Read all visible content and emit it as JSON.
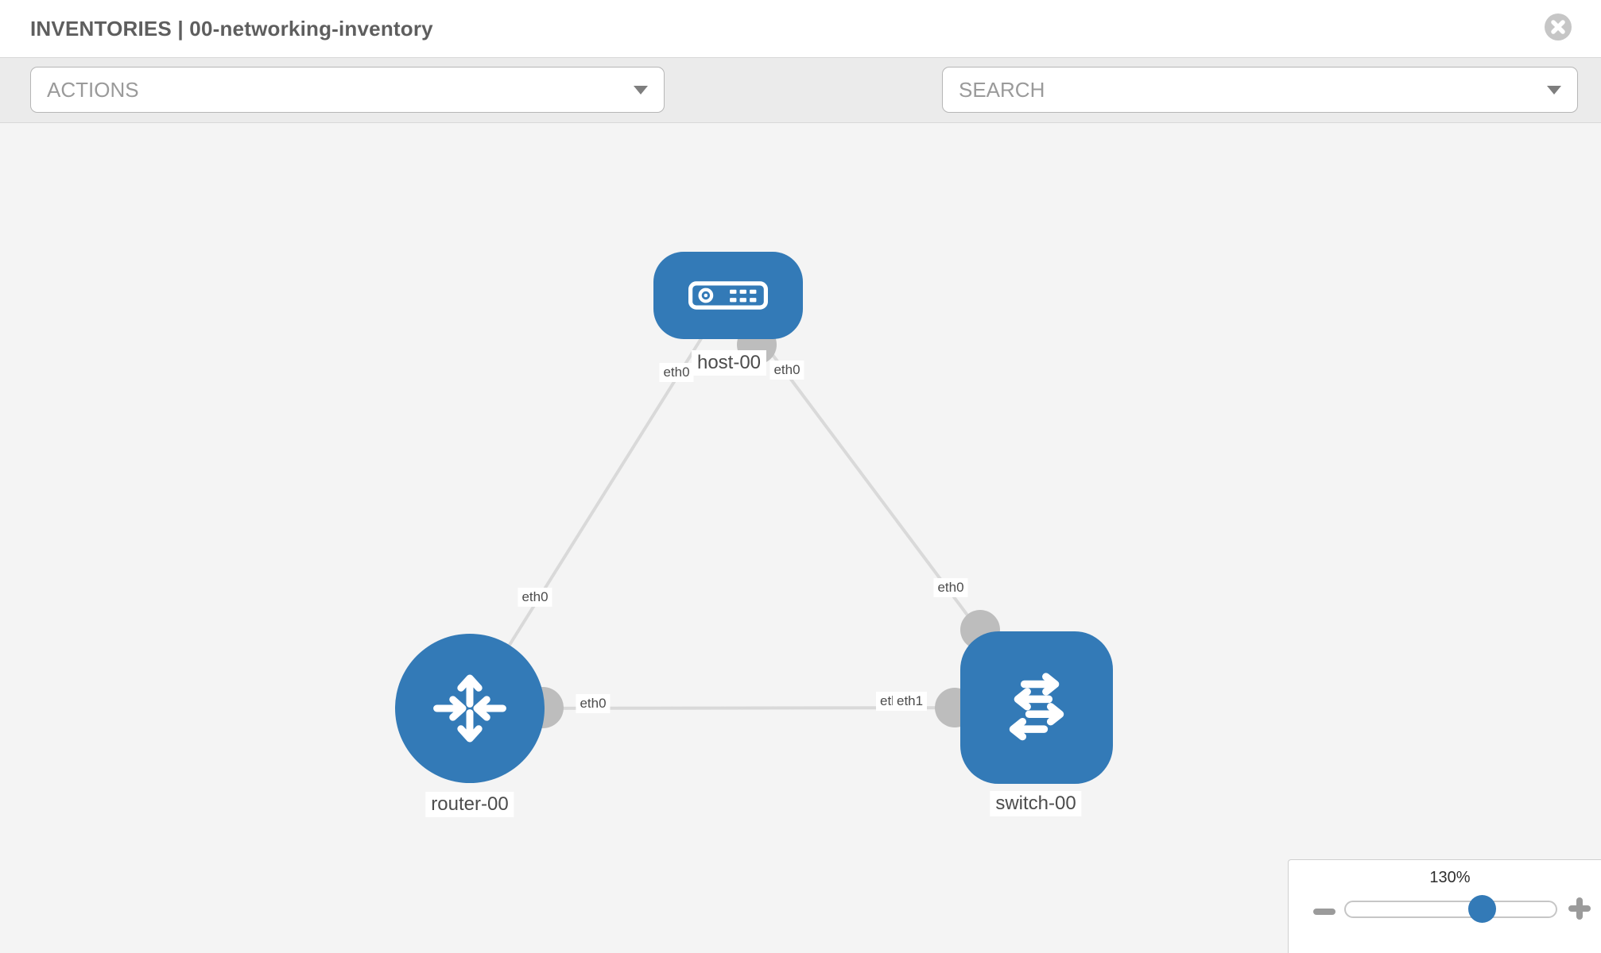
{
  "header": {
    "title": "INVENTORIES | 00-networking-inventory"
  },
  "toolbar": {
    "actions_label": "ACTIONS",
    "search_placeholder": "SEARCH",
    "tool_icons": [
      {
        "name": "wrench-icon"
      },
      {
        "name": "key-icon"
      }
    ]
  },
  "topology": {
    "nodes": [
      {
        "label": "host-00",
        "type": "host",
        "icon": "host-icon"
      },
      {
        "label": "router-00",
        "type": "router",
        "icon": "router-icon"
      },
      {
        "label": "switch-00",
        "type": "switch",
        "icon": "switch-icon"
      }
    ],
    "links": [
      {
        "from": "host-00",
        "to": "router-00",
        "from_if": "eth0",
        "to_if": "eth0"
      },
      {
        "from": "host-00",
        "to": "switch-00",
        "from_if": "eth0",
        "to_if": "eth0"
      },
      {
        "from": "router-00",
        "to": "switch-00",
        "from_if": "eth0",
        "to_if": "eth1",
        "to_if_behind": "eth0"
      }
    ]
  },
  "zoom_control": {
    "level": "130%"
  },
  "colors": {
    "node_blue": "#337ab7",
    "port_gray": "#bdbdbd",
    "link_gray": "#d9d9d9",
    "toolbar_bg": "#ebebeb",
    "canvas_bg": "#f4f4f4"
  }
}
